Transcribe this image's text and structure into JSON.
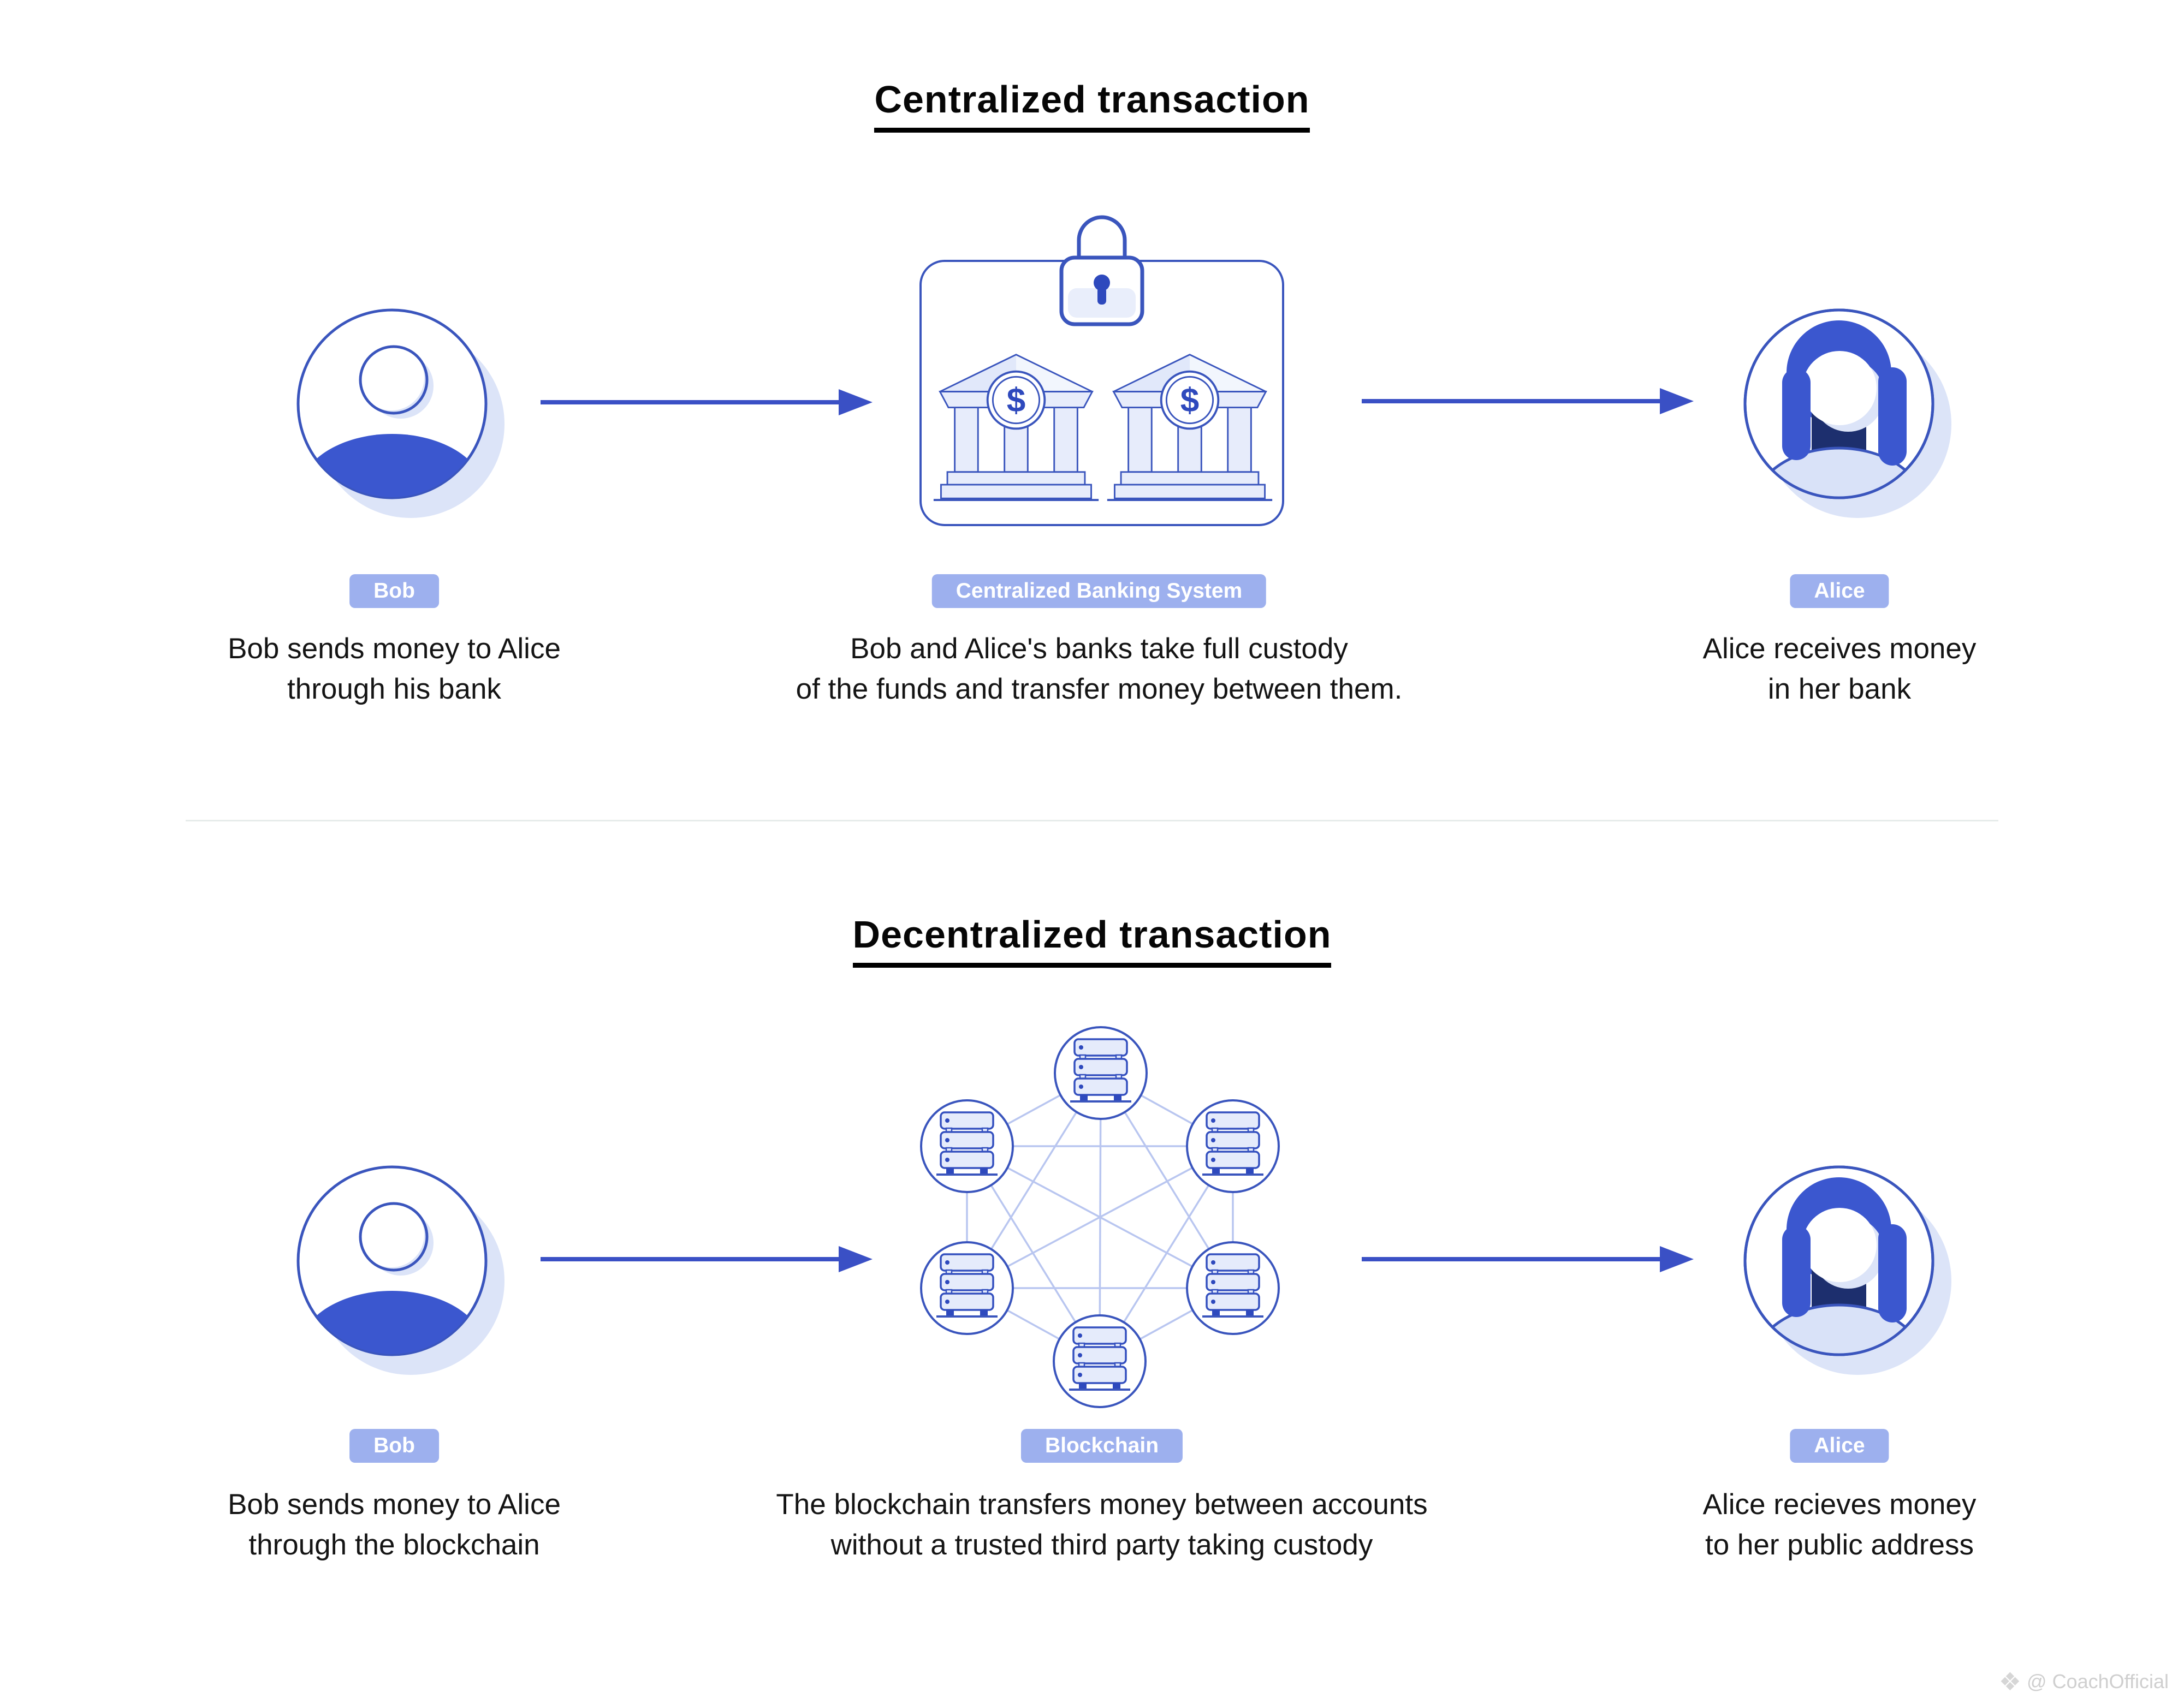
{
  "colors": {
    "accent_blue": "#3a55bd",
    "solid_blue": "#3b57cf",
    "badge_bg": "#9db0ee",
    "light_fill": "#e7ecfb",
    "shadow_blue": "#dce4f8",
    "navy_neck": "#1d2f6e",
    "network_line": "#b9c6f0",
    "arrow_blue": "#3a50c5"
  },
  "icons": {
    "dollar": "$",
    "watermark_glyph": "❖"
  },
  "centralized": {
    "title": "Centralized transaction",
    "bob": {
      "label": "Bob",
      "caption1": "Bob sends money to Alice",
      "caption2": "through his bank"
    },
    "bank": {
      "label": "Centralized Banking System",
      "caption1": "Bob and Alice's banks take full custody",
      "caption2": "of the funds and transfer money between them."
    },
    "alice": {
      "label": "Alice",
      "caption1": "Alice receives money",
      "caption2": "in her bank"
    }
  },
  "decentralized": {
    "title": "Decentralized transaction",
    "bob": {
      "label": "Bob",
      "caption1": "Bob sends money to Alice",
      "caption2": "through the blockchain"
    },
    "blockchain": {
      "label": "Blockchain",
      "caption1": "The blockchain transfers money between accounts",
      "caption2": "without a trusted third party taking custody"
    },
    "alice": {
      "label": "Alice",
      "caption1": "Alice recieves money",
      "caption2": "to her public address"
    }
  },
  "watermark": {
    "text": "@ CoachOfficial"
  }
}
